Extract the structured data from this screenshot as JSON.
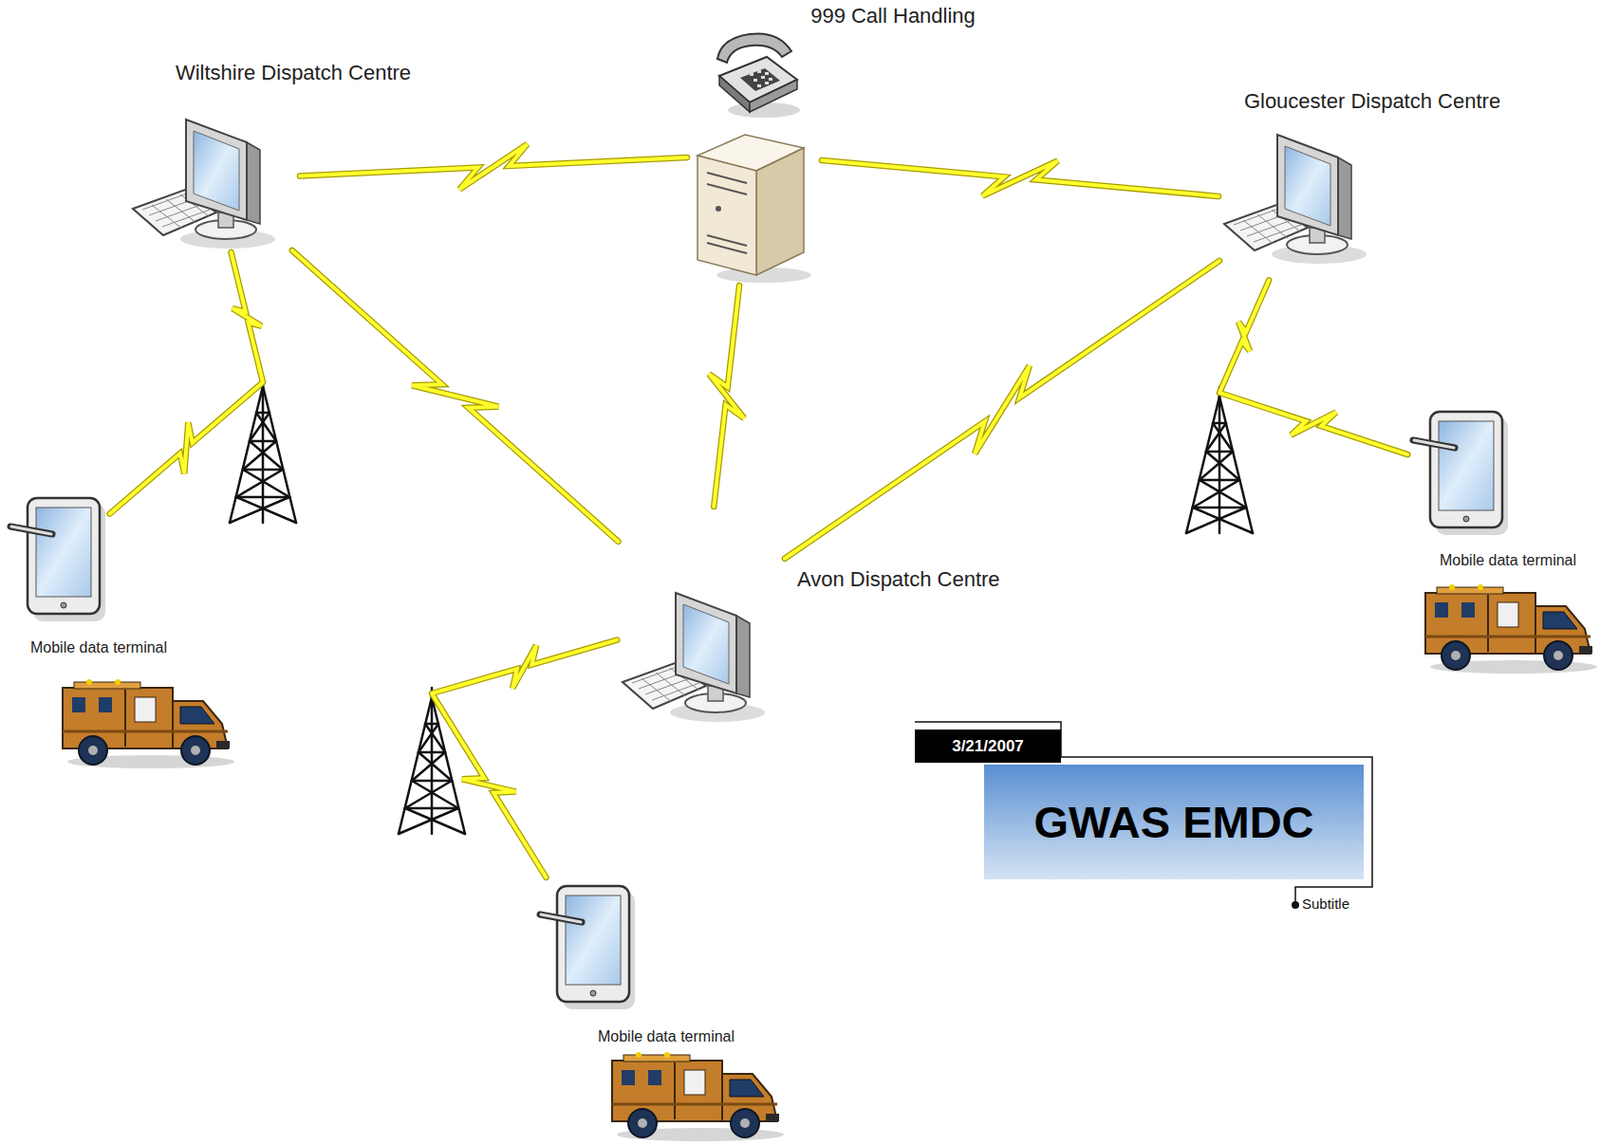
{
  "diagram": {
    "title": "GWAS EMDC",
    "nodes": [
      {
        "text": [
          "999 Call Handling"
        ]
      },
      {
        "text": [
          "Wiltshire Dispatch Centre"
        ]
      },
      {
        "text": [
          "Gloucester Dispatch Centre"
        ]
      },
      {
        "text": [
          "Mobile data terminal"
        ]
      },
      {
        "text": [
          "Avon Dispatch Centre"
        ]
      },
      {
        "text": [
          "Mobile data terminal"
        ]
      },
      {
        "text": [
          "Mobile data terminal"
        ]
      }
    ],
    "edges": [
      {
        "from": 1,
        "to": 0,
        "arrow": "none"
      },
      {
        "from": 0,
        "to": 2,
        "arrow": "none"
      },
      {
        "from": 1,
        "to": 4,
        "arrow": "none"
      },
      {
        "from": 0,
        "to": 4,
        "arrow": "none"
      },
      {
        "from": 2,
        "to": 4,
        "arrow": "none"
      },
      {
        "from": 1,
        "to": 5,
        "arrow": "none"
      },
      {
        "from": 2,
        "to": 3,
        "arrow": "none"
      },
      {
        "from": 4,
        "to": 6,
        "arrow": "none"
      }
    ],
    "labels": [
      "3/21/2007",
      "Subtitle"
    ]
  }
}
